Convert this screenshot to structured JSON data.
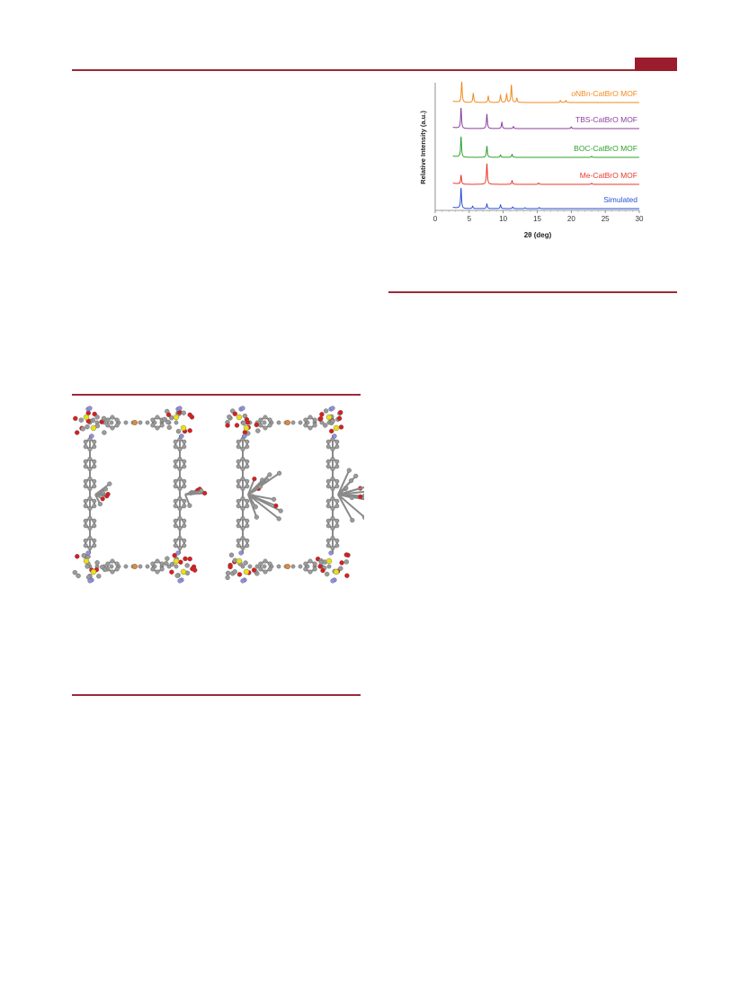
{
  "page": {
    "accent_color": "#9b2a3a",
    "tab_color": "#9b1c2c"
  },
  "chart_data": {
    "type": "line",
    "xlabel": "2θ (deg)",
    "ylabel": "Relative Intensity (a.u.)",
    "xlim": [
      0,
      30
    ],
    "xticks": [
      0,
      5,
      10,
      15,
      20,
      25,
      30
    ],
    "grid": false,
    "legend": "inline labels right of each trace",
    "series": [
      {
        "name": "oNBn-CatBrO MOF",
        "prefix": "o",
        "rest": "NBn-CatBrO MOF",
        "color": "#f28a1e",
        "peaks": [
          [
            3.9,
            1.0
          ],
          [
            5.6,
            0.45
          ],
          [
            7.8,
            0.3
          ],
          [
            9.6,
            0.35
          ],
          [
            10.5,
            0.4
          ],
          [
            11.2,
            0.85
          ],
          [
            12.0,
            0.2
          ],
          [
            18.4,
            0.1
          ],
          [
            19.2,
            0.1
          ]
        ]
      },
      {
        "name": "TBS-CatBrO MOF",
        "color": "#8b3fa0",
        "peaks": [
          [
            3.8,
            1.0
          ],
          [
            7.6,
            0.7
          ],
          [
            9.8,
            0.3
          ],
          [
            11.5,
            0.1
          ],
          [
            20.0,
            0.08
          ]
        ]
      },
      {
        "name": "BOC-CatBrO MOF",
        "color": "#2ea02e",
        "peaks": [
          [
            3.8,
            1.0
          ],
          [
            7.6,
            0.55
          ],
          [
            9.6,
            0.12
          ],
          [
            11.3,
            0.15
          ],
          [
            23.0,
            0.05
          ]
        ]
      },
      {
        "name": "Me-CatBrO MOF",
        "color": "#e83a2e",
        "peaks": [
          [
            3.8,
            0.45
          ],
          [
            7.6,
            1.0
          ],
          [
            11.3,
            0.18
          ],
          [
            15.2,
            0.06
          ],
          [
            23.0,
            0.05
          ]
        ]
      },
      {
        "name": "Simulated",
        "color": "#2a4fd6",
        "peaks": [
          [
            3.8,
            1.0
          ],
          [
            5.5,
            0.12
          ],
          [
            7.6,
            0.22
          ],
          [
            9.6,
            0.18
          ],
          [
            11.4,
            0.08
          ],
          [
            13.2,
            0.04
          ],
          [
            15.3,
            0.05
          ]
        ]
      }
    ]
  }
}
